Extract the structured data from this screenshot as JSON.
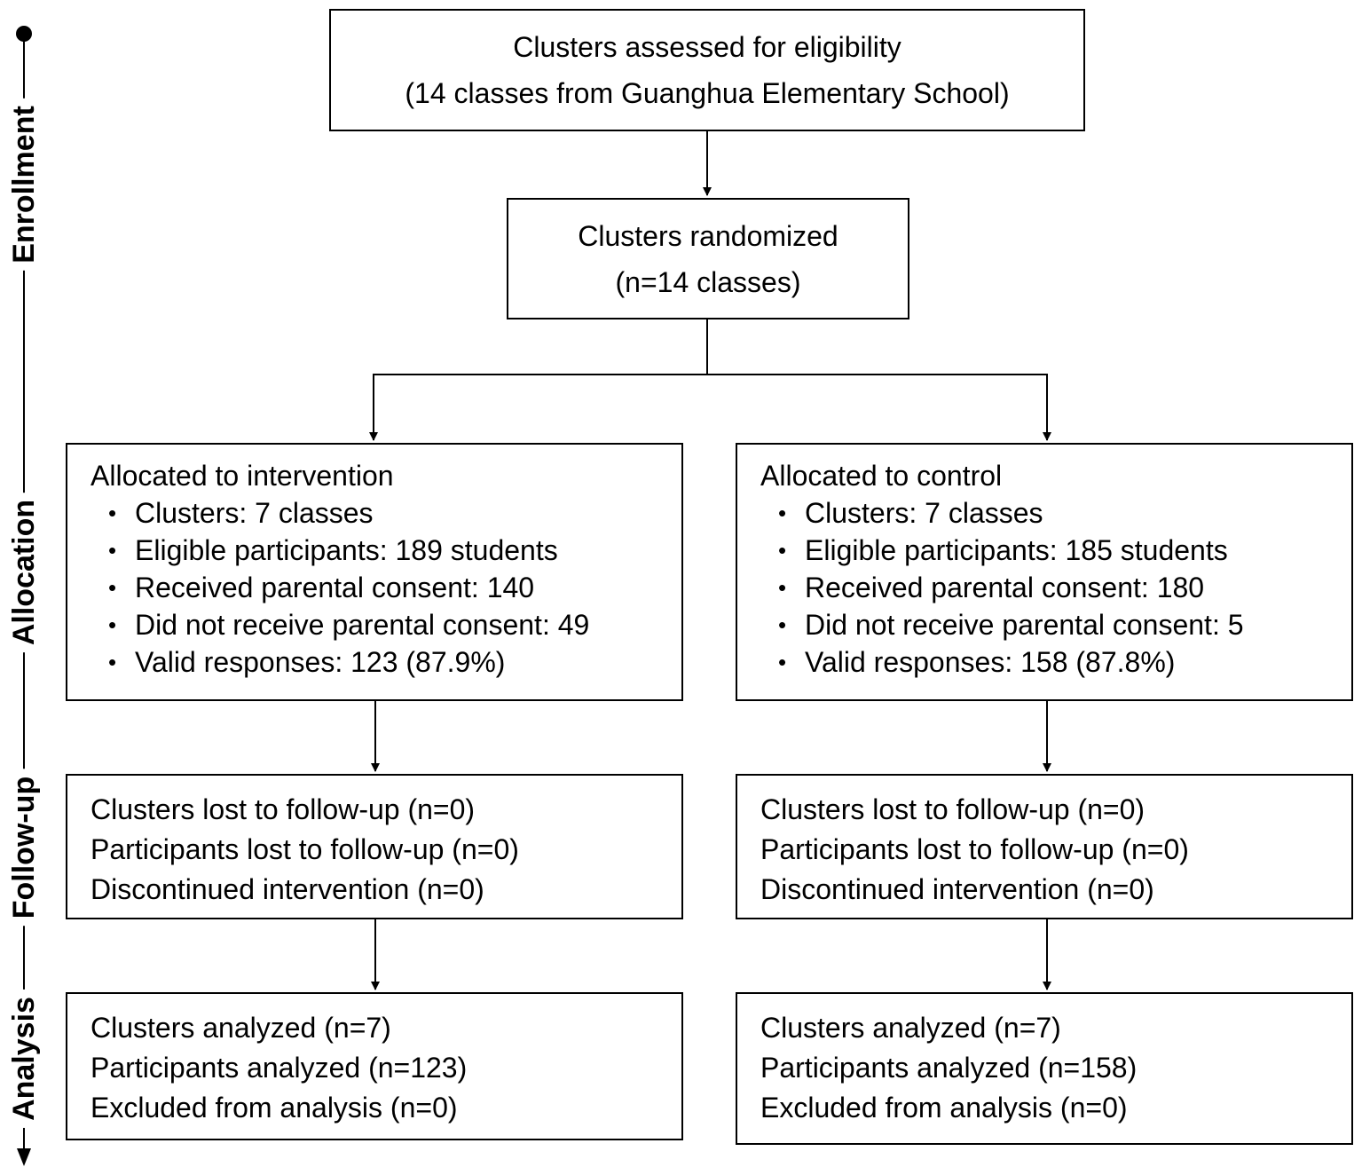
{
  "stages": {
    "enrollment": "Enrollment",
    "allocation": "Allocation",
    "follow_up": "Follow-up",
    "analysis": "Analysis"
  },
  "eligibility": {
    "line1": "Clusters assessed for eligibility",
    "line2": "(14 classes from Guanghua Elementary School)"
  },
  "randomized": {
    "line1": "Clusters randomized",
    "line2": "(n=14 classes)"
  },
  "intervention": {
    "allocation": {
      "title": "Allocated to intervention",
      "items": [
        "Clusters: 7 classes",
        "Eligible participants: 189 students",
        "Received parental consent: 140",
        "Did not receive parental consent: 49",
        "Valid responses: 123 (87.9%)"
      ]
    },
    "follow_up": [
      "Clusters lost to follow-up (n=0)",
      "Participants lost to follow-up (n=0)",
      "Discontinued intervention (n=0)"
    ],
    "analysis": [
      "Clusters analyzed (n=7)",
      "Participants analyzed (n=123)",
      "Excluded from analysis (n=0)"
    ]
  },
  "control": {
    "allocation": {
      "title": "Allocated to control",
      "items": [
        "Clusters: 7 classes",
        "Eligible participants: 185 students",
        "Received parental consent: 180",
        "Did not receive parental consent: 5",
        "Valid responses: 158 (87.8%)"
      ]
    },
    "follow_up": [
      "Clusters lost to follow-up (n=0)",
      "Participants lost to follow-up (n=0)",
      "Discontinued intervention (n=0)"
    ],
    "analysis": [
      "Clusters analyzed (n=7)",
      "Participants analyzed (n=158)",
      "Excluded from analysis (n=0)"
    ]
  }
}
